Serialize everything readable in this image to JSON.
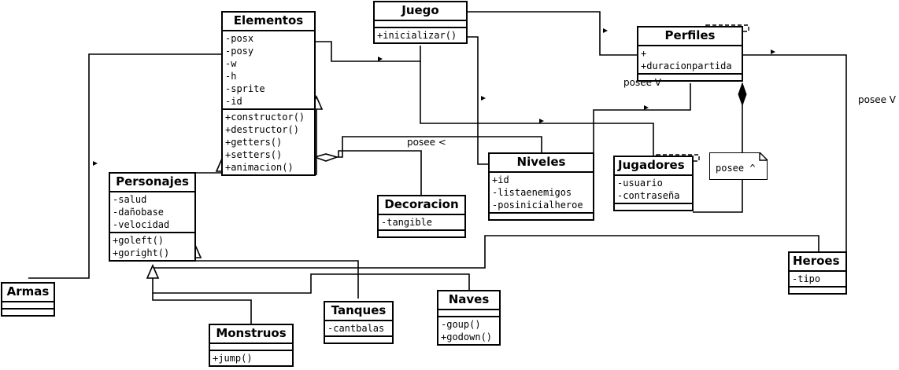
{
  "classes": {
    "elementos": {
      "name": "Elementos",
      "attributes": [
        "-posx",
        "-posy",
        "-w",
        "-h",
        "-sprite",
        "-id"
      ],
      "methods": [
        "+constructor()",
        "+destructor()",
        "+getters()",
        "+setters()",
        "+animacion()"
      ]
    },
    "juego": {
      "name": "Juego",
      "attributes": [],
      "methods": [
        "+inicializar()"
      ]
    },
    "perfiles": {
      "name": "Perfiles",
      "attributes": [
        "+",
        "+duracionpartida"
      ],
      "methods": []
    },
    "personajes": {
      "name": "Personajes",
      "attributes": [
        "-salud",
        "-dañobase",
        "-velocidad"
      ],
      "methods": [
        "+goleft()",
        "+goright()"
      ]
    },
    "niveles": {
      "name": "Niveles",
      "attributes": [
        "+id",
        "-listaenemigos",
        "-posinicialheroe"
      ],
      "methods": []
    },
    "jugadores": {
      "name": "Jugadores",
      "attributes": [
        "-usuario",
        "-contraseña"
      ],
      "methods": []
    },
    "decoracion": {
      "name": "Decoracion",
      "attributes": [
        "-tangible"
      ],
      "methods": []
    },
    "armas": {
      "name": "Armas",
      "attributes": [],
      "methods": []
    },
    "tanques": {
      "name": "Tanques",
      "attributes": [
        "-cantbalas"
      ],
      "methods": []
    },
    "naves": {
      "name": "Naves",
      "attributes": [],
      "methods": [
        "-goup()",
        "+godown()"
      ]
    },
    "monstruos": {
      "name": "Monstruos",
      "attributes": [],
      "methods": [
        "+jump()"
      ]
    },
    "heroes": {
      "name": "Heroes",
      "attributes": [
        "-tipo"
      ],
      "methods": []
    }
  },
  "note": {
    "text": "posee ^"
  },
  "labels": {
    "posee_lt": "posee <",
    "posee_v_perfiles": "posee V",
    "posee_v_right": "posee V"
  }
}
